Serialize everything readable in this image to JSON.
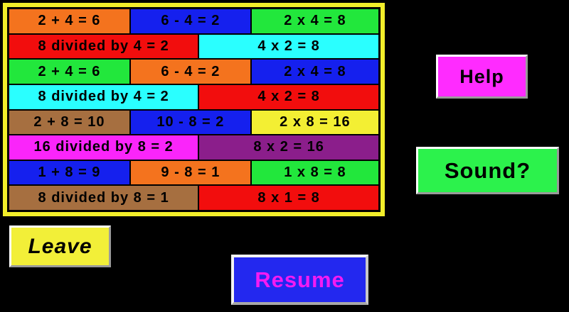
{
  "colors": {
    "page_background": "#000000",
    "board_border_yellow": "#F2EE2A",
    "board_gap_black": "#000000",
    "cell_text": "#000000",
    "tile_orange": "#F4731E",
    "tile_blue": "#1520EE",
    "tile_green": "#22E73C",
    "tile_red": "#F20D0D",
    "tile_cyan": "#2AFFFF",
    "tile_brown": "#A66F40",
    "tile_yellow": "#F3EF33",
    "tile_magenta": "#FA25FA",
    "tile_purple": "#8B1E8B"
  },
  "board": {
    "rows": [
      {
        "cells": [
          {
            "text": "2 + 4 = 6",
            "bg": "#F4731E"
          },
          {
            "text": "6 - 4 = 2",
            "bg": "#1520EE"
          },
          {
            "text": "2 x 4 = 8",
            "bg": "#22E73C"
          }
        ]
      },
      {
        "cells": [
          {
            "text": "8 divided by 4 = 2",
            "bg": "#F20D0D"
          },
          {
            "text": "4 x 2 = 8",
            "bg": "#2AFFFF"
          }
        ]
      },
      {
        "cells": [
          {
            "text": "2 + 4 = 6",
            "bg": "#22E73C"
          },
          {
            "text": "6 - 4 = 2",
            "bg": "#F4731E"
          },
          {
            "text": "2 x 4 = 8",
            "bg": "#1520EE"
          }
        ]
      },
      {
        "cells": [
          {
            "text": "8 divided by 4 = 2",
            "bg": "#2AFFFF"
          },
          {
            "text": "4 x 2 = 8",
            "bg": "#F20D0D"
          }
        ]
      },
      {
        "cells": [
          {
            "text": "2 + 8 = 10",
            "bg": "#A66F40"
          },
          {
            "text": "10 - 8 = 2",
            "bg": "#1520EE"
          },
          {
            "text": "2 x 8 = 16",
            "bg": "#F3EF33"
          }
        ]
      },
      {
        "cells": [
          {
            "text": "16 divided by 8 = 2",
            "bg": "#FA25FA"
          },
          {
            "text": "8 x 2 = 16",
            "bg": "#8B1E8B"
          }
        ]
      },
      {
        "cells": [
          {
            "text": "1 + 8 = 9",
            "bg": "#1520EE"
          },
          {
            "text": "9 - 8 = 1",
            "bg": "#F4731E"
          },
          {
            "text": "1 x 8 = 8",
            "bg": "#22E73C"
          }
        ]
      },
      {
        "cells": [
          {
            "text": "8 divided by 8 = 1",
            "bg": "#A66F40"
          },
          {
            "text": "8 x 1 = 8",
            "bg": "#F20D0D"
          }
        ]
      }
    ]
  },
  "buttons": {
    "help": {
      "label": "Help",
      "bg": "#FF2BFF",
      "fg": "#000000"
    },
    "sound": {
      "label": "Sound?",
      "bg": "#2CF24C",
      "fg": "#000000"
    },
    "leave": {
      "label": "Leave",
      "bg": "#F2EF38",
      "fg": "#000000"
    },
    "resume": {
      "label": "Resume",
      "bg": "#2328EF",
      "fg": "#F31BF3"
    }
  }
}
